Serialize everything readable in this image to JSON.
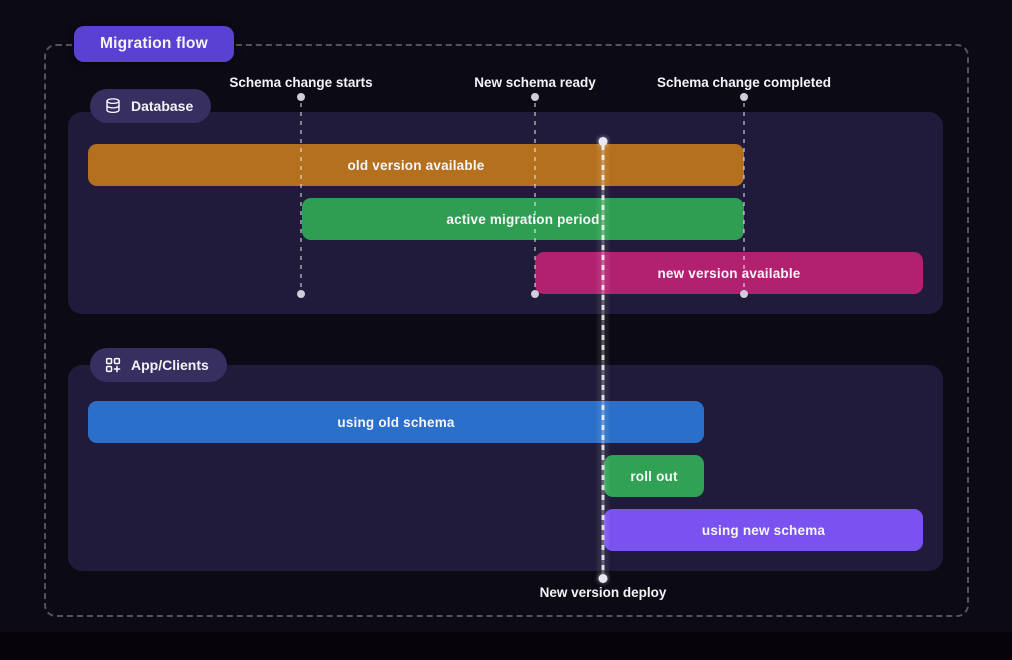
{
  "diagram": {
    "title": "Migration flow",
    "milestones": [
      {
        "label": "Schema change starts"
      },
      {
        "label": "New schema ready"
      },
      {
        "label": "Schema change completed"
      }
    ],
    "deploy": {
      "label": "New version deploy"
    },
    "sections": [
      {
        "label": "Database",
        "icon": "database-icon",
        "bars": [
          {
            "label": "old version available",
            "color": "#b5701e"
          },
          {
            "label": "active migration period",
            "color": "#2f9e52"
          },
          {
            "label": "new version available",
            "color": "#b12170"
          }
        ]
      },
      {
        "label": "App/Clients",
        "icon": "apps-grid-icon",
        "bars": [
          {
            "label": "using old schema",
            "color": "#2a70ca"
          },
          {
            "label": "roll out",
            "color": "#31a156"
          },
          {
            "label": "using new schema",
            "color": "#7a52f0"
          }
        ]
      }
    ],
    "colors": {
      "background": "#0c0a14",
      "panel": "#201b3a",
      "title_badge": "#5b40d4",
      "section_badge": "#362f60",
      "dashed_border": "rgba(255,255,255,0.30)",
      "timeline_line": "rgba(255,255,255,0.45)",
      "deploy_line": "rgba(255,255,255,0.85)",
      "text": "#f4f4f7"
    }
  }
}
